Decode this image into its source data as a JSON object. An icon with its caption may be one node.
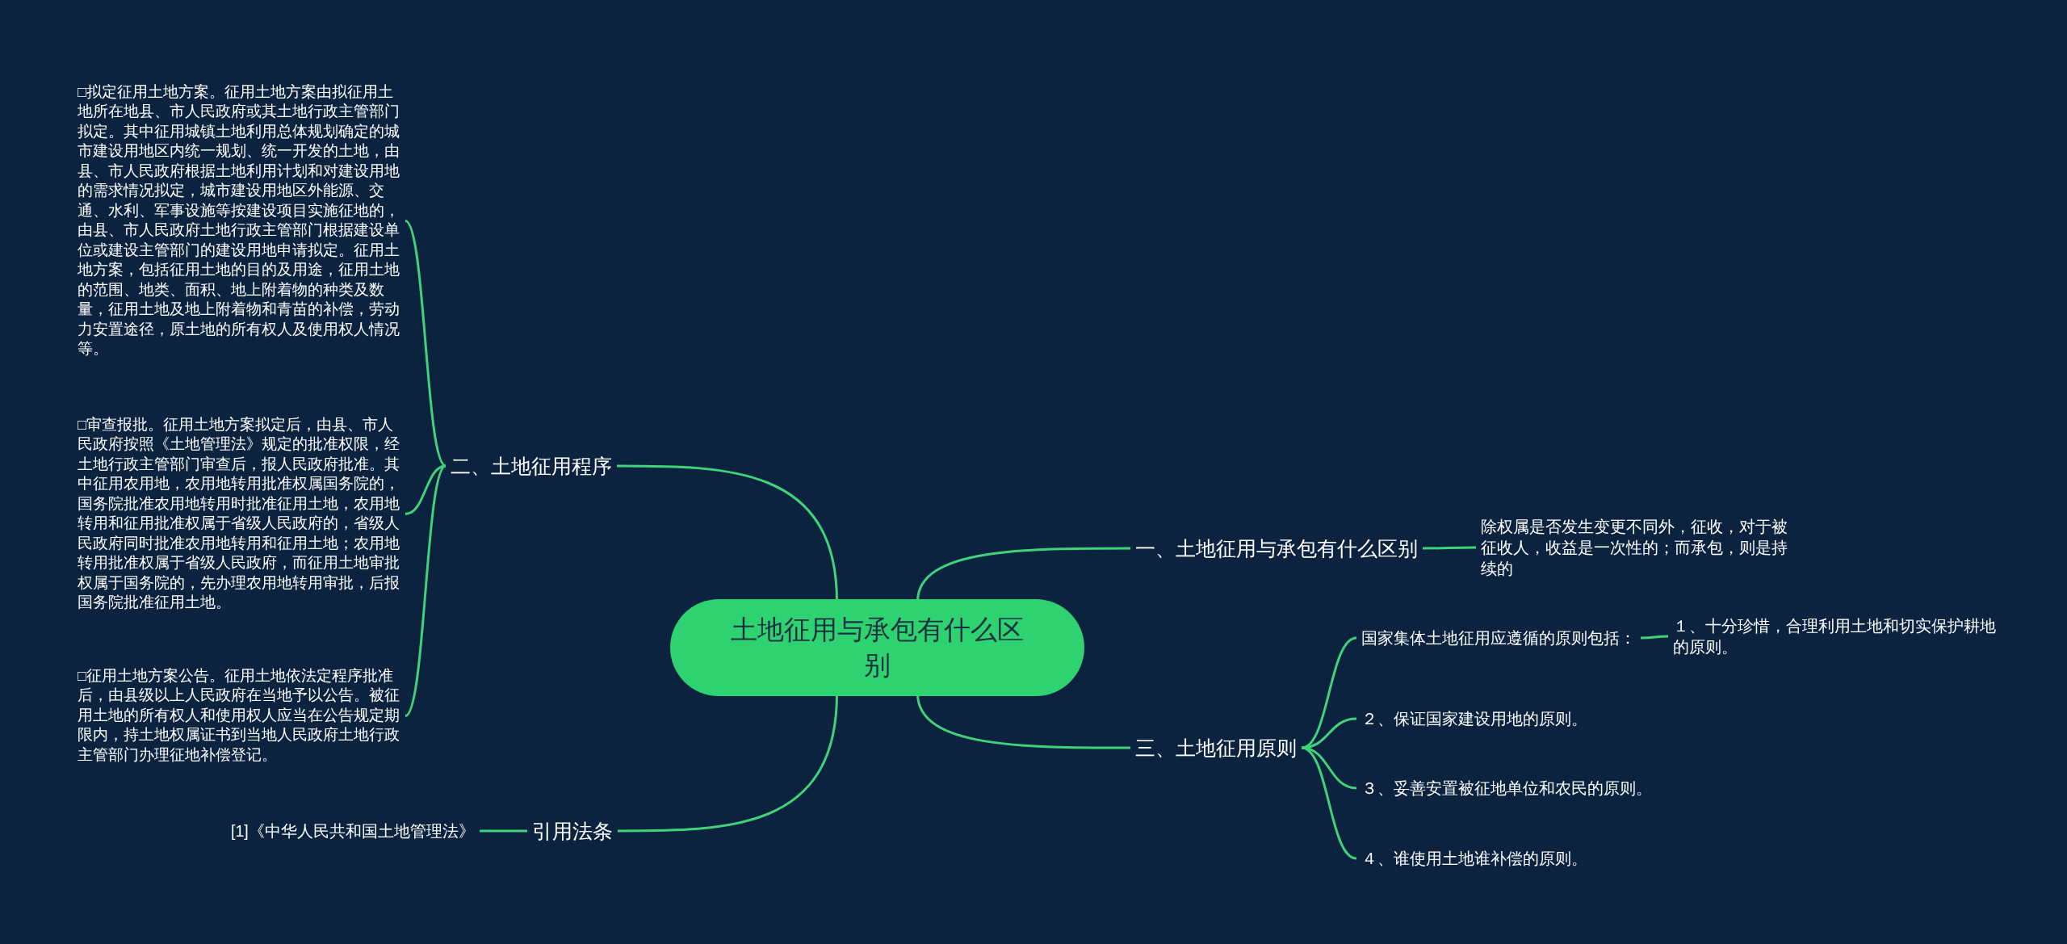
{
  "diagram": {
    "nodes": [
      {
        "text": [
          "土地征用与承包有什么区别"
        ]
      },
      {
        "text": [
          "一、土地征用与承包有什么区别"
        ]
      },
      {
        "text": [
          "除权属是否发生变更不同外，征收，对于被征收人，收益是一次性的；而承包，则是持续的"
        ]
      },
      {
        "text": [
          "二、土地征用程序"
        ]
      },
      {
        "text": [
          "□拟定征用土地方案。征用土地方案由拟征用土地所在地县、市人民政府或其土地行政主管部门拟定。其中征用城镇土地利用总体规划确定的城市建设用地区内统一规划、统一开发的土地，由县、市人民政府根据土地利用计划和对建设用地的需求情况拟定，城市建设用地区外能源、交通、水利、军事设施等按建设项目实施征地的，由县、市人民政府土地行政主管部门根据建设单位或建设主管部门的建设用地申请拟定。征用土地方案，包括征用土地的目的及用途，征用土地的范围、地类、面积、地上附着物的种类及数量，征用土地及地上附着物和青苗的补偿，劳动力安置途径，原土地的所有权人及使用权人情况等。"
        ]
      },
      {
        "text": [
          "□审查报批。征用土地方案拟定后，由县、市人民政府按照《土地管理法》规定的批准权限，经土地行政主管部门审查后，报人民政府批准。其中征用农用地，农用地转用批准权属国务院的，国务院批准农用地转用时批准征用土地，农用地转用和征用批准权属于省级人民政府的，省级人民政府同时批准农用地转用和征用土地；农用地转用批准权属于省级人民政府，而征用土地审批权属于国务院的，先办理农用地转用审批，后报国务院批准征用土地。"
        ]
      },
      {
        "text": [
          "□征用土地方案公告。征用土地依法定程序批准后，由县级以上人民政府在当地予以公告。被征用土地的所有权人和使用权人应当在公告规定期限内，持土地权属证书到当地人民政府土地行政主管部门办理征地补偿登记。"
        ]
      },
      {
        "text": [
          "三、土地征用原则"
        ]
      },
      {
        "text": [
          "国家集体土地征用应遵循的原则包括："
        ]
      },
      {
        "text": [
          "１、十分珍惜，合理利用土地和切实保护耕地的原则。"
        ]
      },
      {
        "text": [
          "２、保证国家建设用地的原则。"
        ]
      },
      {
        "text": [
          "３、妥善安置被征地单位和农民的原则。"
        ]
      },
      {
        "text": [
          "４、谁使用土地谁补偿的原则。"
        ]
      },
      {
        "text": [
          "引用法条"
        ]
      },
      {
        "text": [
          "[1]《中华人民共和国土地管理法》"
        ]
      }
    ],
    "edges": [
      {
        "from": 0,
        "to": 1,
        "arrow": "none"
      },
      {
        "from": 1,
        "to": 2,
        "arrow": "none"
      },
      {
        "from": 0,
        "to": 3,
        "arrow": "none"
      },
      {
        "from": 3,
        "to": 4,
        "arrow": "none"
      },
      {
        "from": 3,
        "to": 5,
        "arrow": "none"
      },
      {
        "from": 3,
        "to": 6,
        "arrow": "none"
      },
      {
        "from": 0,
        "to": 7,
        "arrow": "none"
      },
      {
        "from": 7,
        "to": 8,
        "arrow": "none"
      },
      {
        "from": 8,
        "to": 9,
        "arrow": "none"
      },
      {
        "from": 7,
        "to": 10,
        "arrow": "none"
      },
      {
        "from": 7,
        "to": 11,
        "arrow": "none"
      },
      {
        "from": 7,
        "to": 12,
        "arrow": "none"
      },
      {
        "from": 0,
        "to": 13,
        "arrow": "none"
      },
      {
        "from": 13,
        "to": 14,
        "arrow": "none"
      }
    ]
  }
}
